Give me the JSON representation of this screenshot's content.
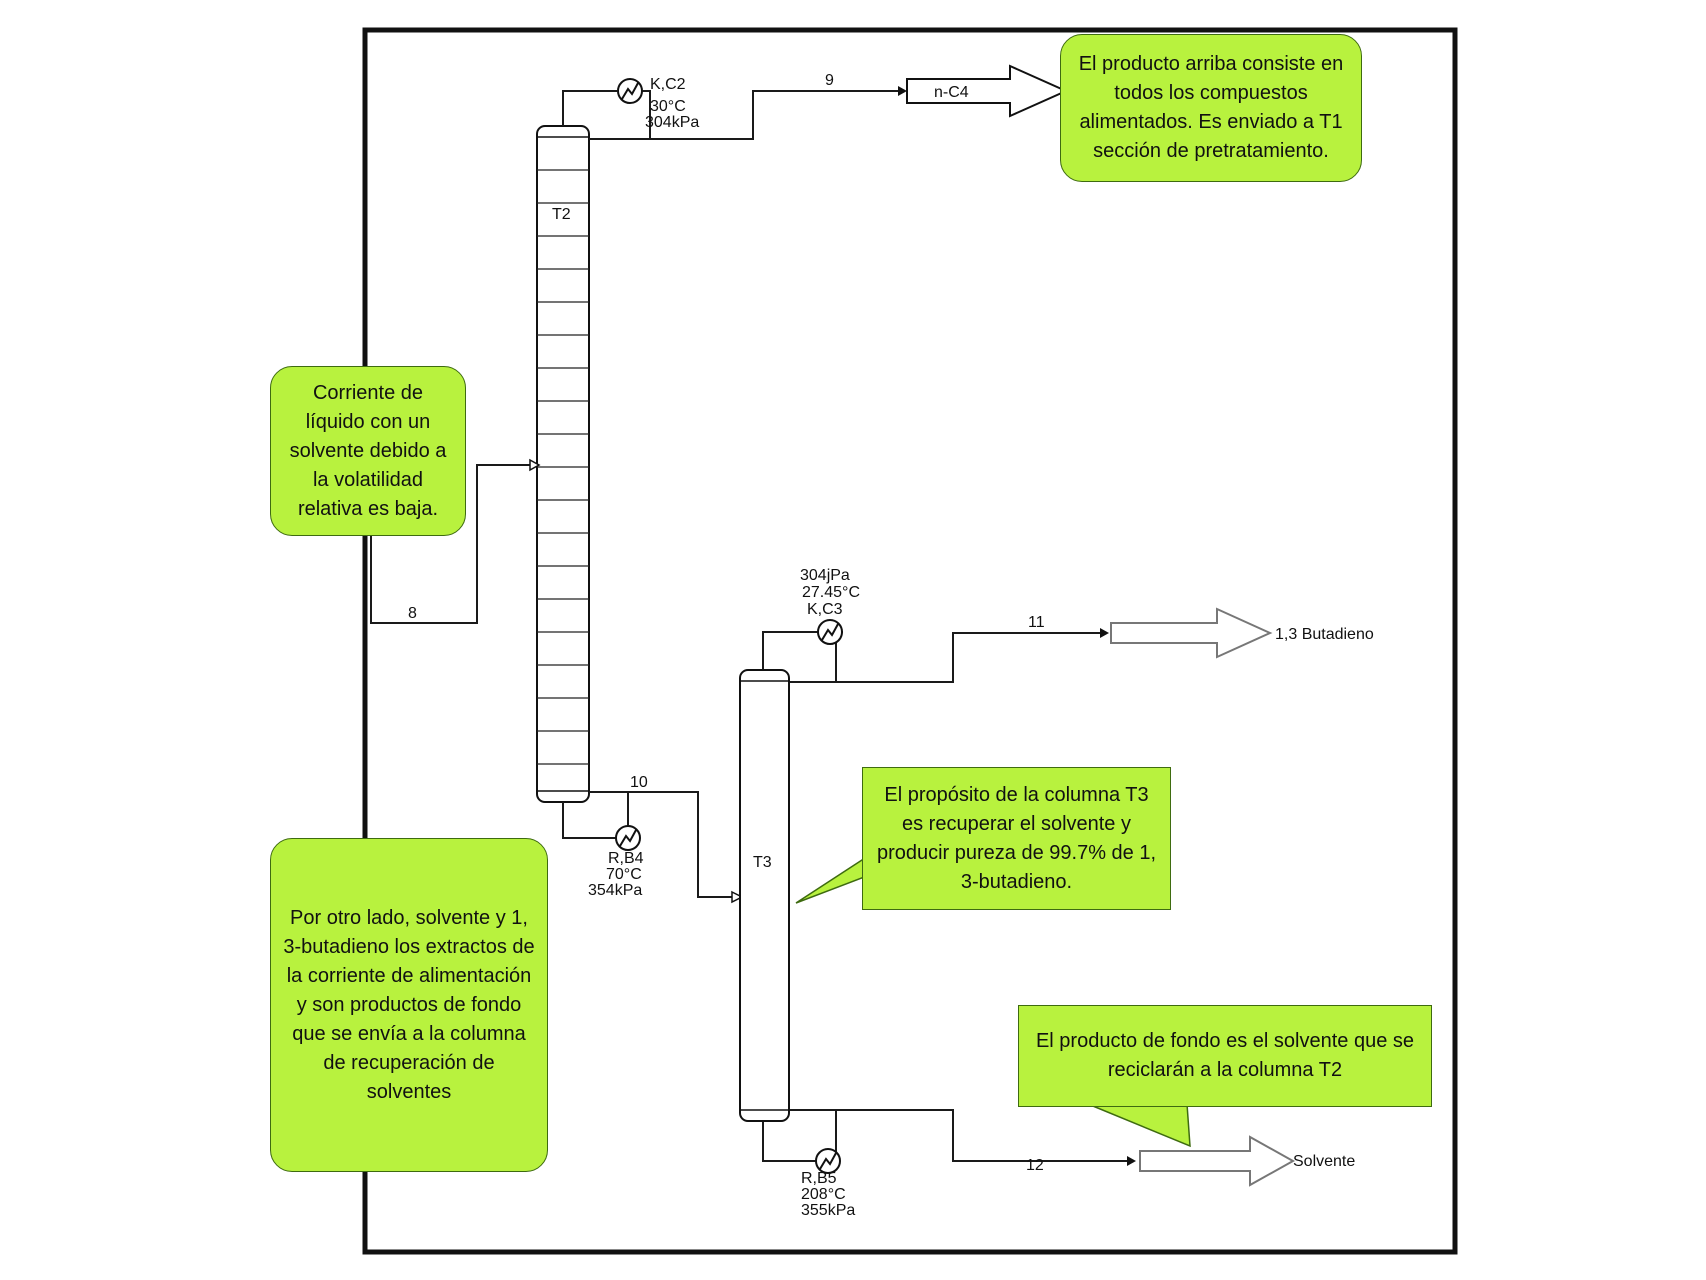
{
  "labels": {
    "t2": "T2",
    "t3": "T3",
    "kc2": "K,C2",
    "kc2_temp": "30°C",
    "kc2_press": "304kPa",
    "s9": "9",
    "nc4": "n-C4",
    "s8": "8",
    "s10": "10",
    "rb4": "R,B4",
    "rb4_temp": "70°C",
    "rb4_press": "354kPa",
    "kc3_press": "304jPa",
    "kc3_temp": "27.45°C",
    "kc3": "K,C3",
    "s11": "11",
    "butadieno": "1,3 Butadieno",
    "s12": "12",
    "solvente": "Solvente",
    "rb5": "R,B5",
    "rb5_temp": "208°C",
    "rb5_press": "355kPa"
  },
  "notes": {
    "top": "El producto arriba consiste en todos los compuestos alimentados. Es enviado a T1 sección de pretratamiento.",
    "left": "Corriente de líquido con un solvente debido a la volatilidad relativa es baja.",
    "middle": "El propósito de la columna T3 es recuperar el solvente y producir pureza de 99.7% de 1, 3-butadieno.",
    "bottom_left": "Por otro lado, solvente y 1, 3-butadieno los extractos de la corriente de alimentación y son productos de fondo que se envía a la columna de recuperación de solventes",
    "bottom_right": "El producto de fondo es el solvente que se reciclarán a la columna T2"
  },
  "colors": {
    "note_fill": "#b8f23e",
    "note_border": "#3e6b10",
    "line": "#1a1a1a"
  }
}
